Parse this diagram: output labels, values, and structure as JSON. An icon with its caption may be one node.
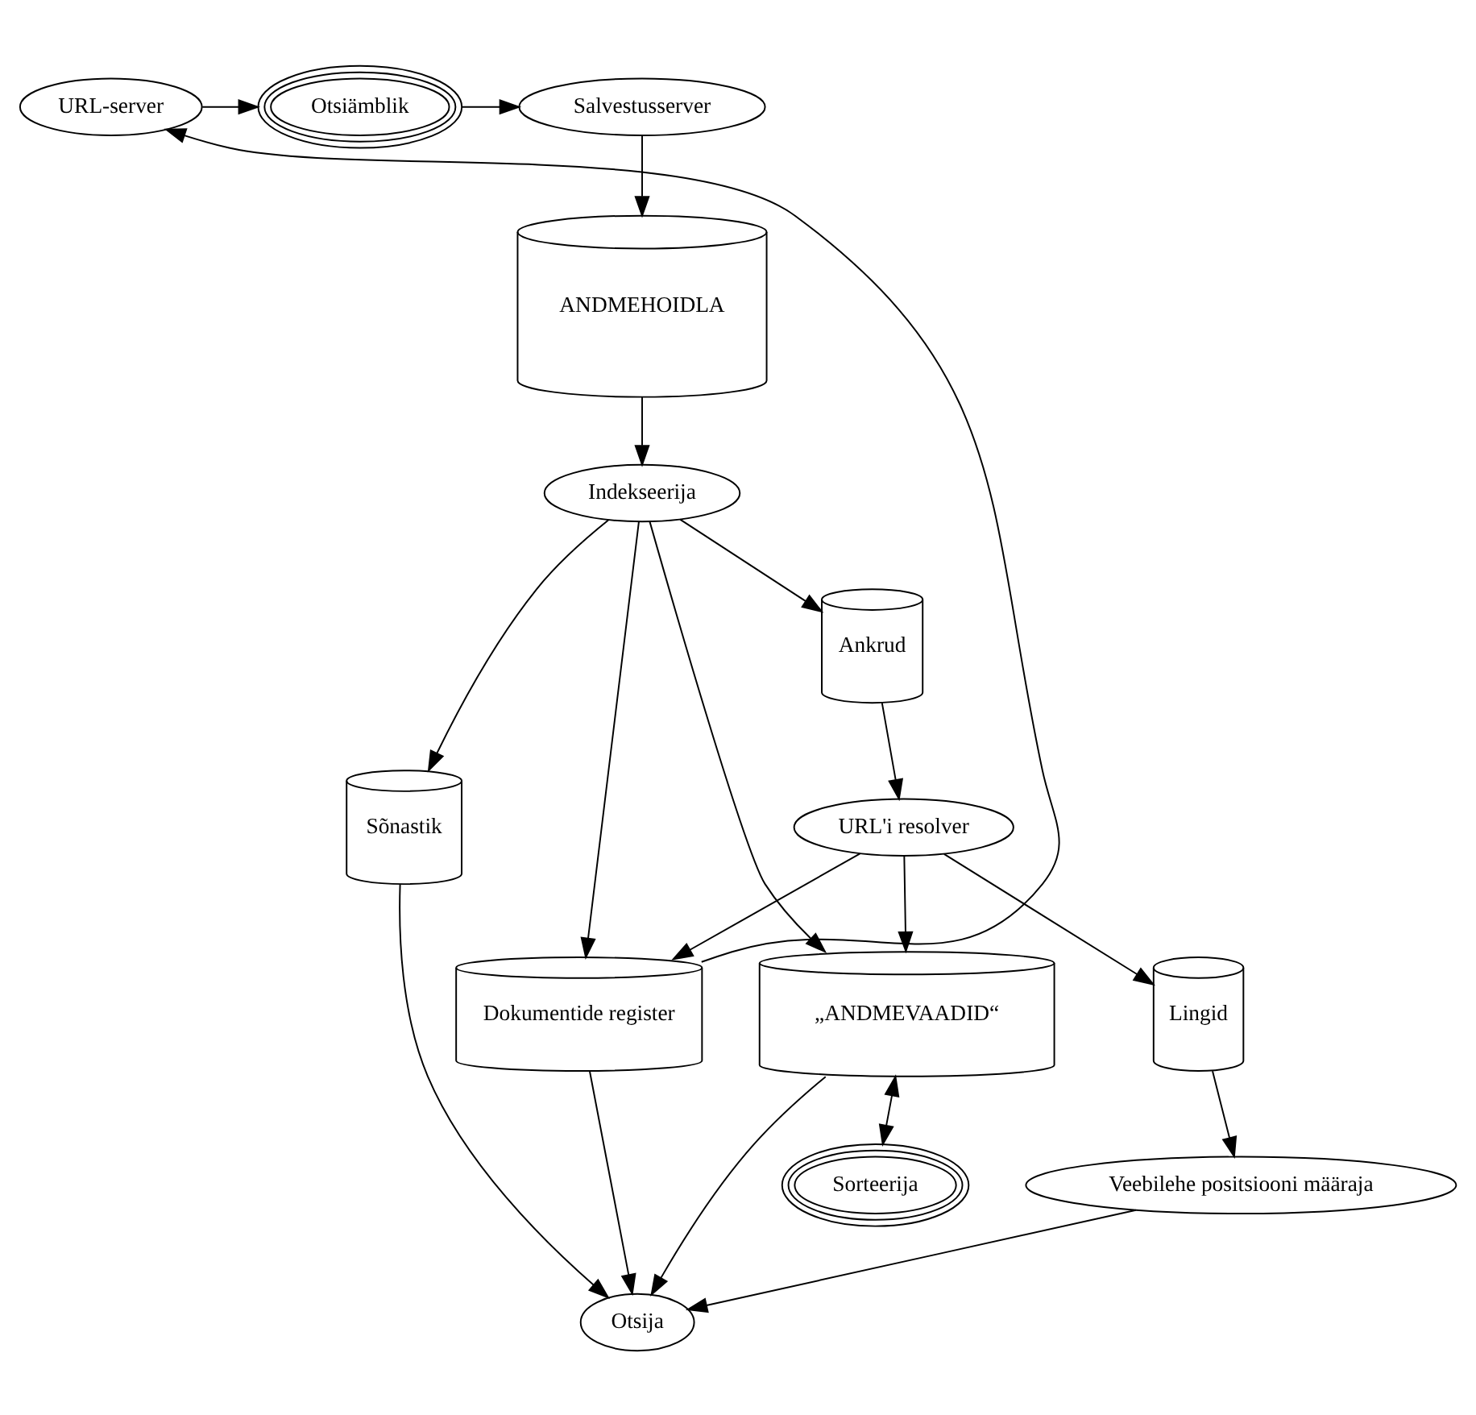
{
  "diagram": {
    "nodes": [
      {
        "text": [
          "URL-server"
        ]
      },
      {
        "text": [
          "Otsiämblik"
        ]
      },
      {
        "text": [
          "Salvestusserver"
        ]
      },
      {
        "text": [
          "ANDMEHOIDLA"
        ]
      },
      {
        "text": [
          "Ankrud"
        ]
      },
      {
        "text": [
          "Indekseerija"
        ]
      },
      {
        "text": [
          "URL'i resolver"
        ]
      },
      {
        "text": [
          "„ANDMEVAADID“"
        ]
      },
      {
        "text": [
          "Sõnastik"
        ]
      },
      {
        "text": [
          "Lingid"
        ]
      },
      {
        "text": [
          "Dokumentide register"
        ]
      },
      {
        "text": [
          "Sorteerija"
        ]
      },
      {
        "text": [
          "Veebilehe positsiooni määraja"
        ]
      },
      {
        "text": [
          "Otsija"
        ]
      }
    ],
    "edges": [
      {
        "from": 0,
        "to": 1,
        "arrow": "to"
      },
      {
        "from": 1,
        "to": 2,
        "arrow": "to"
      },
      {
        "from": 2,
        "to": 3,
        "arrow": "to"
      },
      {
        "from": 3,
        "to": 5,
        "arrow": "to"
      },
      {
        "from": 5,
        "to": 4,
        "arrow": "to"
      },
      {
        "from": 4,
        "to": 6,
        "arrow": "to"
      },
      {
        "from": 5,
        "to": 10,
        "arrow": "to"
      },
      {
        "from": 5,
        "to": 7,
        "arrow": "to"
      },
      {
        "from": 5,
        "to": 8,
        "arrow": "to"
      },
      {
        "from": 6,
        "to": 7,
        "arrow": "to"
      },
      {
        "from": 6,
        "to": 9,
        "arrow": "to"
      },
      {
        "from": 6,
        "to": 10,
        "arrow": "to"
      },
      {
        "from": 10,
        "to": 0,
        "arrow": "to"
      },
      {
        "from": 7,
        "to": 11,
        "arrow": "both"
      },
      {
        "from": 7,
        "to": 13,
        "arrow": "to"
      },
      {
        "from": 8,
        "to": 13,
        "arrow": "to"
      },
      {
        "from": 10,
        "to": 13,
        "arrow": "to"
      },
      {
        "from": 9,
        "to": 12,
        "arrow": "to"
      },
      {
        "from": 12,
        "to": 13,
        "arrow": "to"
      }
    ]
  }
}
